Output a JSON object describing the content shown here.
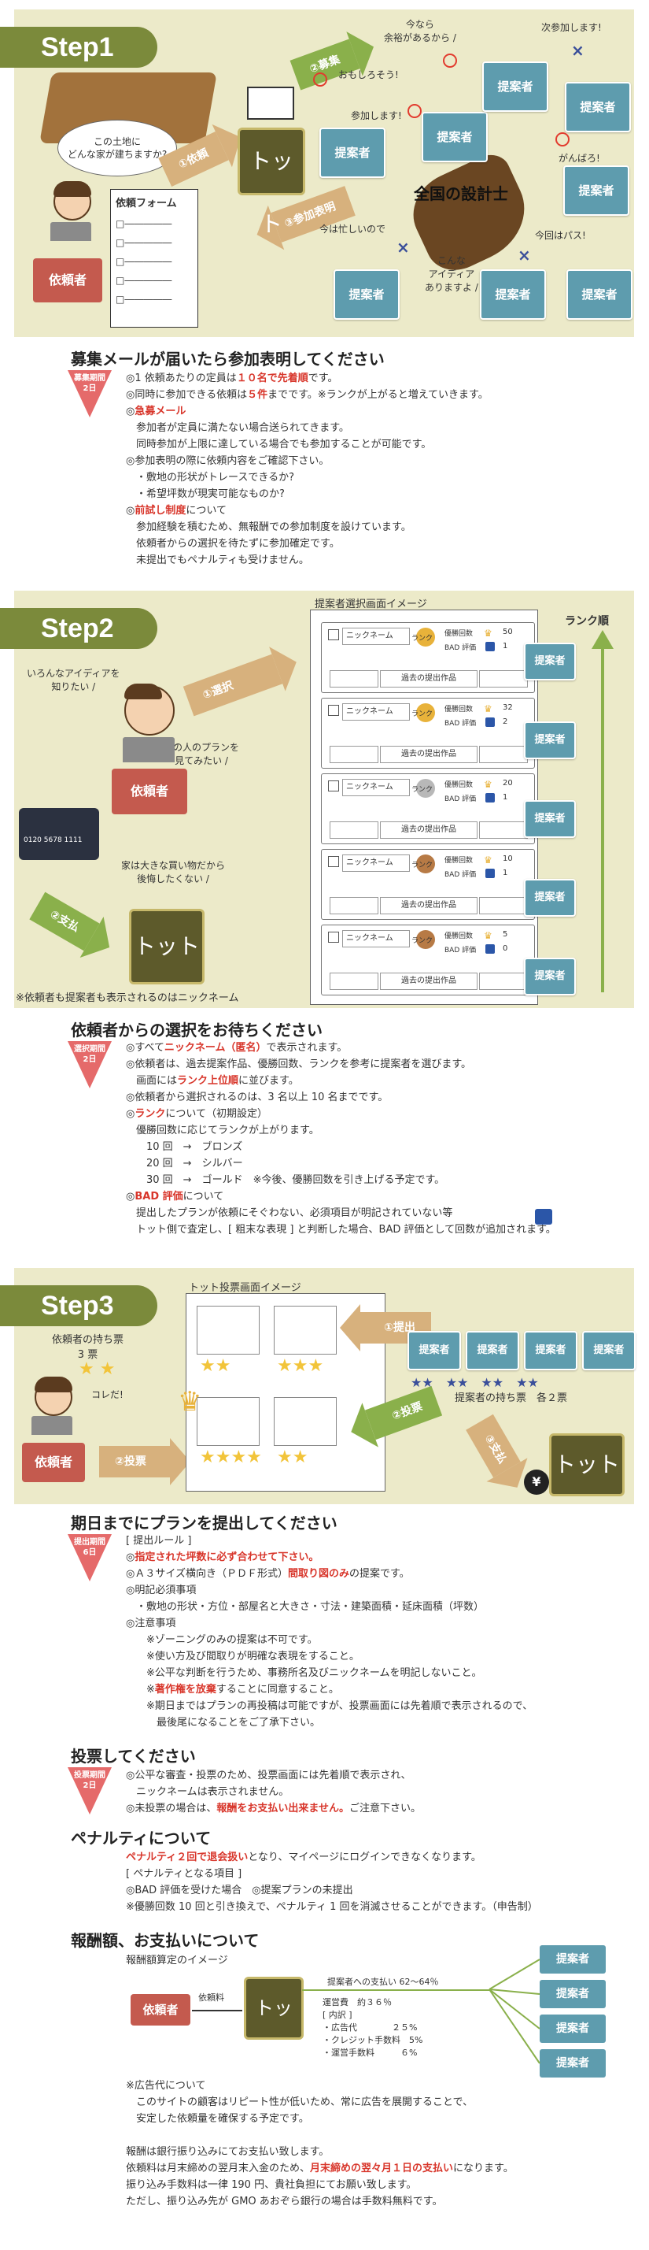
{
  "step1": {
    "banner": "Step1",
    "land_bubble": "この土地に\nどんな家が建ちますか?",
    "form_title": "依頼フォーム",
    "form_lines": [
      "□―――――",
      "□―――――",
      "□―――――",
      "□―――――",
      "□―――――"
    ],
    "client_label": "依頼者",
    "request_arrow": "①依頼",
    "recruit_arrow": "②募集",
    "join_arrow": "③参加表明",
    "totto_label": "トット",
    "japan_label": "全国の設計士",
    "proposer_label": "提案者",
    "speech": [
      "今なら\n余裕があるから /",
      "次参加します!",
      "おもしろそう!",
      "参加します!",
      "がんばろ!",
      "今は忙しいので",
      "今回はパス!",
      "こんな\nアイディア\nありますよ /"
    ]
  },
  "sec1": {
    "heading": "募集メールが届いたら参加表明してください",
    "tri_lines": [
      "募集期間",
      "2日"
    ],
    "lines": [
      {
        "pre": "◎1 依頼あたりの定員は",
        "hl": "１０名で先着順",
        "post": "です。"
      },
      {
        "pre": "◎同時に参加できる依頼は",
        "hl": "５件",
        "post": "までです。※ランクが上がると増えていきます。"
      },
      {
        "pre": "◎",
        "hl": "急募メール",
        "post": ""
      },
      {
        "pre": "　参加者が定員に満たない場合送られてきます。",
        "hl": "",
        "post": ""
      },
      {
        "pre": "　同時参加が上限に達している場合でも参加することが可能です。",
        "hl": "",
        "post": ""
      },
      {
        "pre": "◎参加表明の際に依頼内容をご確認下さい。",
        "hl": "",
        "post": ""
      },
      {
        "pre": "　・敷地の形状がトレースできるか?",
        "hl": "",
        "post": ""
      },
      {
        "pre": "　・希望坪数が現実可能なものか?",
        "hl": "",
        "post": ""
      },
      {
        "pre": "◎",
        "hl": "前試し制度",
        "post": "について"
      },
      {
        "pre": "　参加経験を積むため、無報酬での参加制度を設けています。",
        "hl": "",
        "post": ""
      },
      {
        "pre": "　依頼者からの選択を待たずに参加確定です。",
        "hl": "",
        "post": ""
      },
      {
        "pre": "　未提出でもペナルティも受けません。",
        "hl": "",
        "post": ""
      }
    ]
  },
  "step2": {
    "banner": "Step2",
    "screen_title": "提案者選択画面イメージ",
    "rank_label": "ランク順",
    "idea_bubble": "いろんなアイディアを\n知りたい /",
    "plan_bubble": "この人のプランを\n見てみたい /",
    "regret_bubble": "家は大きな買い物だから\n後悔したくない /",
    "select_arrow": "①選択",
    "pay_arrow": "②支払",
    "client_label": "依頼者",
    "totto_label": "トット",
    "card_number": "0120 5678 1111",
    "footnote": "※依頼者も提案者も表示されるのはニックネーム",
    "proposer_label": "提案者",
    "cards": [
      {
        "nickname": "ニックネーム",
        "rank": "ランク",
        "wins_label": "優勝回数",
        "wins": "50",
        "bad_label": "BAD 評価",
        "bad": "1",
        "past": "過去の提出作品",
        "medal": "#e8b23a"
      },
      {
        "nickname": "ニックネーム",
        "rank": "ランク",
        "wins_label": "優勝回数",
        "wins": "32",
        "bad_label": "BAD 評価",
        "bad": "2",
        "past": "過去の提出作品",
        "medal": "#e8b23a"
      },
      {
        "nickname": "ニックネーム",
        "rank": "ランク",
        "wins_label": "優勝回数",
        "wins": "20",
        "bad_label": "BAD 評価",
        "bad": "1",
        "past": "過去の提出作品",
        "medal": "#b8b8b8"
      },
      {
        "nickname": "ニックネーム",
        "rank": "ランク",
        "wins_label": "優勝回数",
        "wins": "10",
        "bad_label": "BAD 評価",
        "bad": "1",
        "past": "過去の提出作品",
        "medal": "#b77a45"
      },
      {
        "nickname": "ニックネーム",
        "rank": "ランク",
        "wins_label": "優勝回数",
        "wins": "5",
        "bad_label": "BAD 評価",
        "bad": "0",
        "past": "過去の提出作品",
        "medal": "#b77a45"
      }
    ]
  },
  "sec2": {
    "heading": "依頼者からの選択をお待ちください",
    "tri_lines": [
      "選択期間",
      "2日"
    ],
    "lines": [
      {
        "pre": "◎すべて",
        "hl": "ニックネーム（匿名）",
        "post": "で表示されます。"
      },
      {
        "pre": "◎依頼者は、過去提案作品、優勝回数、ランクを参考に提案者を選びます。",
        "hl": "",
        "post": ""
      },
      {
        "pre": "　画面には",
        "hl": "ランク上位順",
        "post": "に並びます。"
      },
      {
        "pre": "◎依頼者から選択されるのは、3 名以上 10 名までです。",
        "hl": "",
        "post": ""
      },
      {
        "pre": "◎",
        "hl": "ランク",
        "post": "について（初期設定）"
      },
      {
        "pre": "　優勝回数に応じてランクが上がります。",
        "hl": "",
        "post": ""
      },
      {
        "pre": "　　10 回　→　ブロンズ",
        "hl": "",
        "post": ""
      },
      {
        "pre": "　　20 回　→　シルバー",
        "hl": "",
        "post": ""
      },
      {
        "pre": "　　30 回　→　ゴールド　※今後、優勝回数を引き上げる予定です。",
        "hl": "",
        "post": ""
      },
      {
        "pre": "◎",
        "hl": "BAD 評価",
        "post": "について"
      },
      {
        "pre": "　提出したプランが依頼にそぐわない、必須項目が明記されていない等",
        "hl": "",
        "post": ""
      },
      {
        "pre": "　トット側で査定し、[ 粗末な表現 ] と判断した場合、BAD 評価として回数が追加されます。",
        "hl": "",
        "post": ""
      }
    ]
  },
  "step3": {
    "banner": "Step3",
    "screen_title": "トット投票画面イメージ",
    "client_votes": "依頼者の持ち票\n3 票",
    "proposer_votes": "提案者の持ち票　各２票",
    "kore": "コレだ!",
    "submit_arrow": "①提出",
    "vote_arrow": "②投票",
    "vote_arrow2": "②投票",
    "pay_arrow": "③支払",
    "client_label": "依頼者",
    "totto_label": "トット",
    "proposer_label": "提案者",
    "yen": "¥"
  },
  "sec3": {
    "heading": "期日までにプランを提出してください",
    "tri_lines": [
      "提出期間",
      "6日"
    ],
    "lines": [
      {
        "pre": "[ 提出ルール ]",
        "hl": "",
        "post": ""
      },
      {
        "pre": "◎",
        "hl": "指定された坪数に必ず合わせて下さい。",
        "post": ""
      },
      {
        "pre": "◎Ａ３サイズ横向き（ＰＤＦ形式）",
        "hl": "間取り図のみ",
        "post": "の提案です。"
      },
      {
        "pre": "◎明記必須事項",
        "hl": "",
        "post": ""
      },
      {
        "pre": "　・敷地の形状・方位・部屋名と大きさ・寸法・建築面積・延床面積（坪数）",
        "hl": "",
        "post": ""
      },
      {
        "pre": "◎注意事項",
        "hl": "",
        "post": ""
      },
      {
        "pre": "　　※ゾーニングのみの提案は不可です。",
        "hl": "",
        "post": ""
      },
      {
        "pre": "　　※使い方及び間取りが明確な表現をすること。",
        "hl": "",
        "post": ""
      },
      {
        "pre": "　　※公平な判断を行うため、事務所名及びニックネームを明記しないこと。",
        "hl": "",
        "post": ""
      },
      {
        "pre": "　　※",
        "hl": "著作権を放棄",
        "post": "することに同意すること。"
      },
      {
        "pre": "　　※期日まではプランの再投稿は可能ですが、投票画面には先着順で表示されるので、",
        "hl": "",
        "post": ""
      },
      {
        "pre": "　　　最後尾になることをご了承下さい。",
        "hl": "",
        "post": ""
      }
    ]
  },
  "sec4": {
    "heading": "投票してください",
    "tri_lines": [
      "投票期間",
      "2日"
    ],
    "lines": [
      {
        "pre": "◎公平な審査・投票のため、投票画面には先着順で表示され、",
        "hl": "",
        "post": ""
      },
      {
        "pre": "　ニックネームは表示されません。",
        "hl": "",
        "post": ""
      },
      {
        "pre": "◎未投票の場合は、",
        "hl": "報酬をお支払い出来ません。",
        "post": "ご注意下さい。"
      }
    ]
  },
  "sec5": {
    "heading": "ペナルティについて",
    "lines": [
      {
        "pre": "",
        "hl": "ペナルティ２回で退会扱い",
        "post": "となり、マイページにログインできなくなります。"
      },
      {
        "pre": "[ ペナルティとなる項目 ]",
        "hl": "",
        "post": ""
      },
      {
        "pre": "◎BAD 評価を受けた場合　◎提案プランの未提出",
        "hl": "",
        "post": ""
      },
      {
        "pre": "※優勝回数 10 回と引き換えで、ペナルティ 1 回を消滅させることができます。（申告制）",
        "hl": "",
        "post": ""
      }
    ]
  },
  "sec6": {
    "heading": "報酬額、お支払いについて",
    "diagram_title": "報酬額算定のイメージ",
    "client_label": "依頼者",
    "fee_label": "依頼料",
    "totto_label": "トット",
    "payout": "提案者への支払い 62～64％",
    "ops_title": "運営費　約３６％",
    "ops_items": [
      "[ 内訳 ]",
      "・広告代　　　　２５%",
      "・クレジット手数料　5%",
      "・運営手数料　　　６%"
    ],
    "proposer_label": "提案者",
    "lines": [
      {
        "pre": "※広告代について",
        "hl": "",
        "post": ""
      },
      {
        "pre": "　このサイトの顧客はリピート性が低いため、常に広告を展開することで、",
        "hl": "",
        "post": ""
      },
      {
        "pre": "　安定した依頼量を確保する予定です。",
        "hl": "",
        "post": ""
      },
      {
        "pre": "",
        "hl": "",
        "post": ""
      },
      {
        "pre": "報酬は銀行振り込みにてお支払い致します。",
        "hl": "",
        "post": ""
      },
      {
        "pre": "依頼料は月末締めの翌月末入金のため、",
        "hl": "月末締めの翌々月１日の支払い",
        "post": "になります。"
      },
      {
        "pre": "振り込み手数料は一律 190 円、貴社負担にてお願い致します。",
        "hl": "",
        "post": ""
      },
      {
        "pre": "ただし、振り込み先が GMO あおぞら銀行の場合は手数料無料です。",
        "hl": "",
        "post": ""
      }
    ]
  }
}
